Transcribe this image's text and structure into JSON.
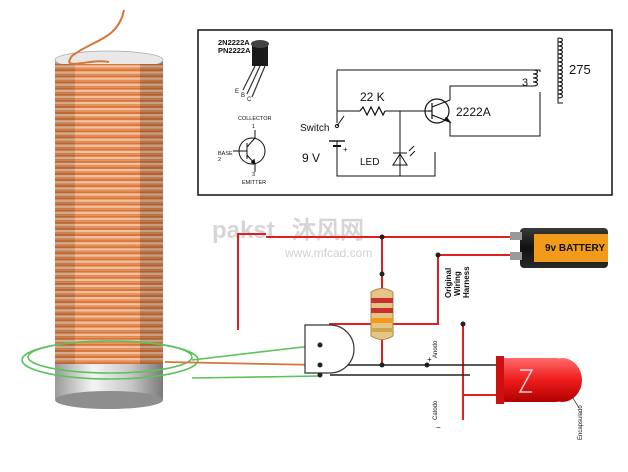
{
  "schematic": {
    "part_1": "2N2222A",
    "part_2": "PN2222A",
    "pin_e": "E",
    "pin_b": "B",
    "pin_c": "C",
    "symbol_collector": "COLLECTOR",
    "symbol_base": "BASE",
    "symbol_emitter": "EMITTER",
    "pin_num_1": "1",
    "pin_num_2": "2",
    "pin_num_3": "3",
    "resistor": "22 K",
    "transistor": "2222A",
    "switch": "Switch",
    "voltage": "9 V",
    "plus": "+",
    "led": "LED",
    "primary_turns": "3",
    "secondary_turns": "275"
  },
  "wiring": {
    "watermark_main": "pakst",
    "watermark_logo": "沐风网",
    "watermark_url": "www.mfcad.com",
    "battery_label": "9v BATTERY",
    "harness_line1": "Original",
    "harness_line2": "Wiring",
    "harness_line3": "Harness",
    "anode": "Anodo",
    "anode_sign": "+",
    "cathode": "Catodo",
    "cathode_sign": "−",
    "led_label": "Encapsulado"
  },
  "colors": {
    "copper": "#d9743a",
    "red_wire": "#e02020",
    "green_loop": "#5cc25c",
    "battery_orange": "#f29b1a",
    "led_red": "#ee1c1c"
  }
}
